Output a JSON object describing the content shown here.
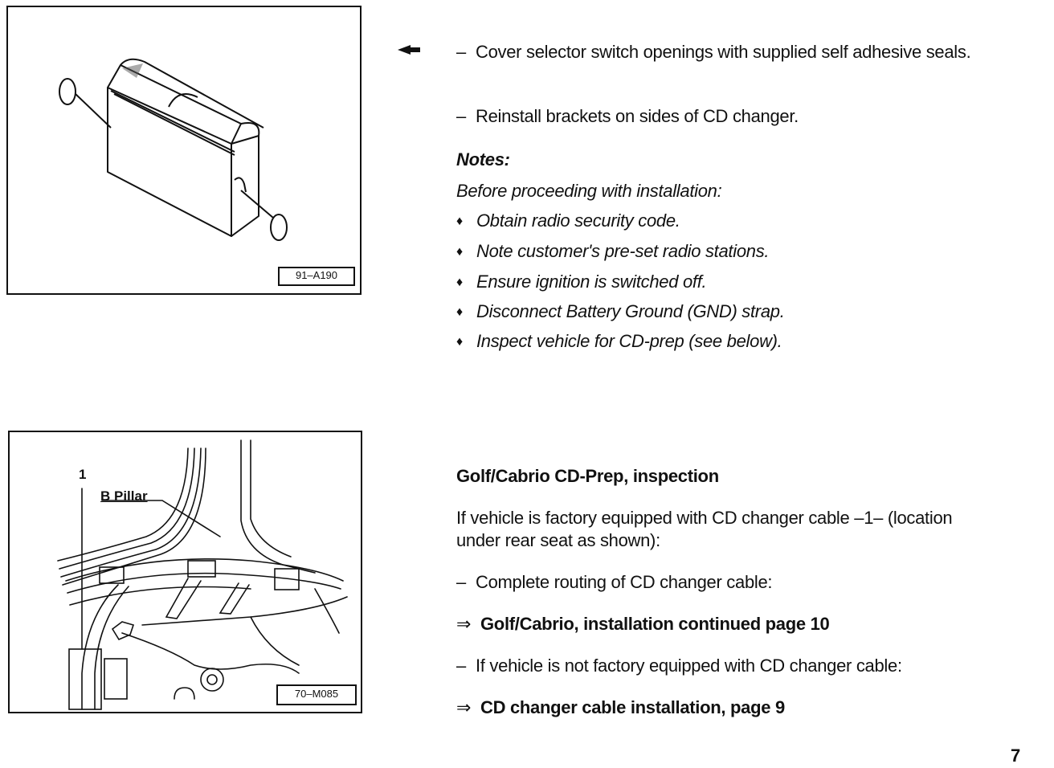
{
  "figure1": {
    "label": "91–A190"
  },
  "figure2": {
    "label": "70–M085",
    "callout_1": "1",
    "callout_pillar": "B Pillar"
  },
  "section1": {
    "step1": "Cover selector switch openings with supplied self adhesive seals.",
    "step2": "Reinstall brackets on sides of CD changer.",
    "notes_heading": "Notes:",
    "notes_intro": "Before proceeding with installation:",
    "notes": [
      "Obtain radio security code.",
      "Note customer's pre-set radio stations.",
      "Ensure ignition is switched off.",
      "Disconnect Battery Ground (GND) strap.",
      "Inspect vehicle for CD-prep (see below)."
    ]
  },
  "section2": {
    "heading": "Golf/Cabrio CD-Prep, inspection",
    "para_line1": "If vehicle is factory equipped with CD changer cable –1–  (location",
    "para_line2": "under rear seat as shown):",
    "step1": "Complete routing of CD changer cable:",
    "ref1": "Golf/Cabrio, installation continued  page 10",
    "step2": "If vehicle is not factory equipped with CD changer cable:",
    "ref2": "CD changer cable installation,  page 9"
  },
  "symbols": {
    "dash": "–",
    "bullet": "♦",
    "arrow": "⇒"
  },
  "page_number": "7"
}
